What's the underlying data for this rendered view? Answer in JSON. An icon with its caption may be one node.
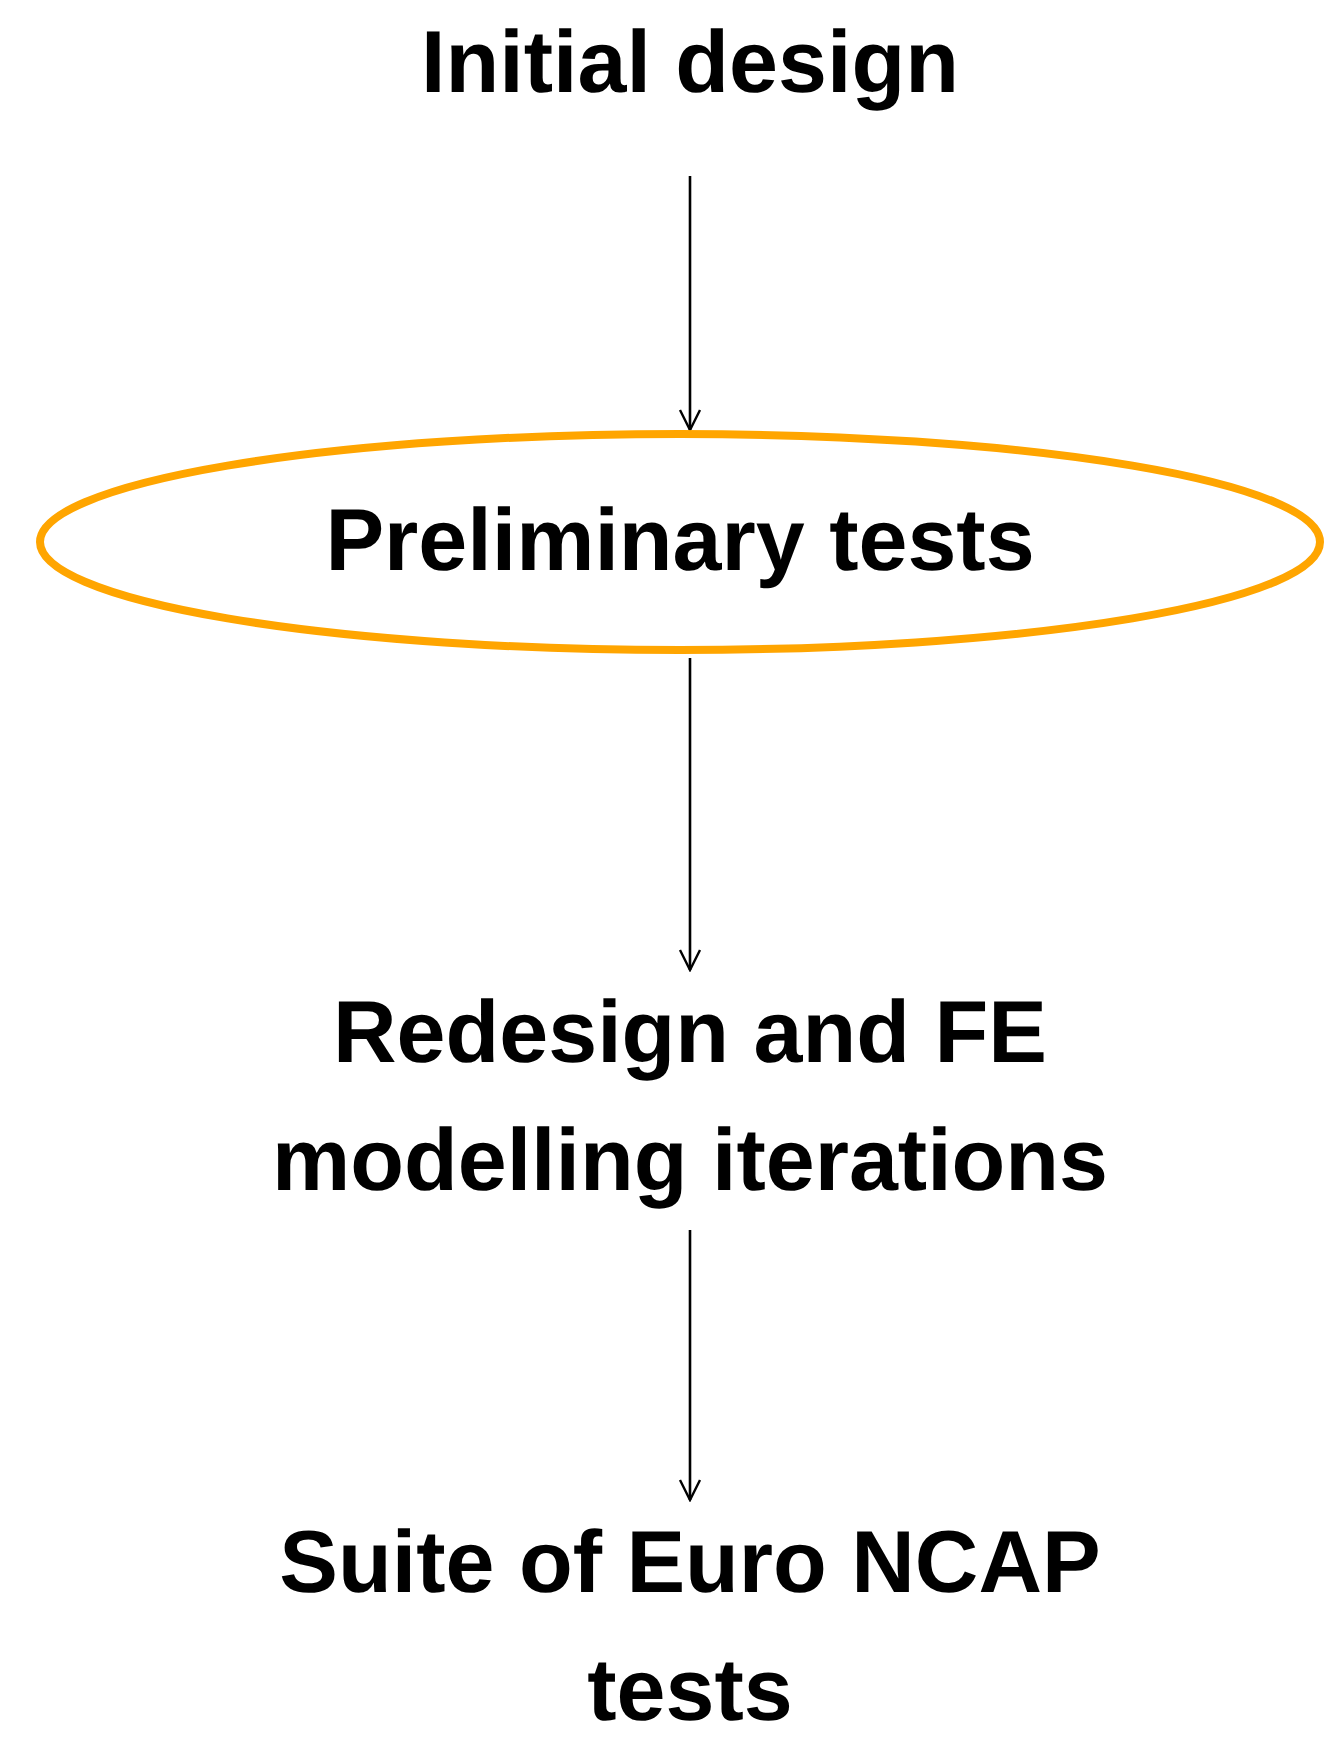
{
  "diagram": {
    "nodes": [
      {
        "text": [
          "Initial design"
        ]
      },
      {
        "text": [
          "Preliminary tests"
        ]
      },
      {
        "text": [
          "Redesign and FE modelling iterations"
        ]
      },
      {
        "text": [
          "Suite of Euro NCAP tests"
        ]
      }
    ],
    "edges": [
      {
        "from": 0,
        "to": 1,
        "arrow": "to"
      },
      {
        "from": 1,
        "to": 2,
        "arrow": "to"
      },
      {
        "from": 2,
        "to": 3,
        "arrow": "to"
      }
    ]
  }
}
